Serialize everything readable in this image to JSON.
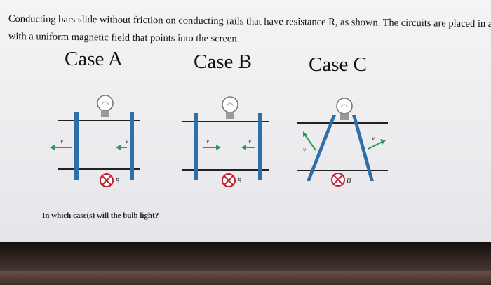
{
  "problem": {
    "intro_line1": "Conducting bars slide without friction on conducting rails that have resistance R, as shown. The circuits are placed in a region",
    "intro_line2": "with a uniform magnetic field that points into the screen.",
    "question": "In which case(s) will the bulb light?"
  },
  "cases": [
    {
      "title": "Case A",
      "velocity_label_left": "v",
      "velocity_label_right": "v",
      "field_label": "B"
    },
    {
      "title": "Case B",
      "velocity_label_left": "v",
      "velocity_label_right": "v",
      "field_label": "B"
    },
    {
      "title": "Case C",
      "velocity_label_left": "v",
      "velocity_label_right": "v",
      "field_label": "B"
    }
  ],
  "colors": {
    "bar": "#2f6fa8",
    "rail": "#222222",
    "arrow": "#2e9a5a",
    "field_symbol": "#c0242e"
  },
  "icons": [
    "light-bulb-icon",
    "velocity-arrow-icon",
    "magnetic-field-into-screen-icon"
  ]
}
